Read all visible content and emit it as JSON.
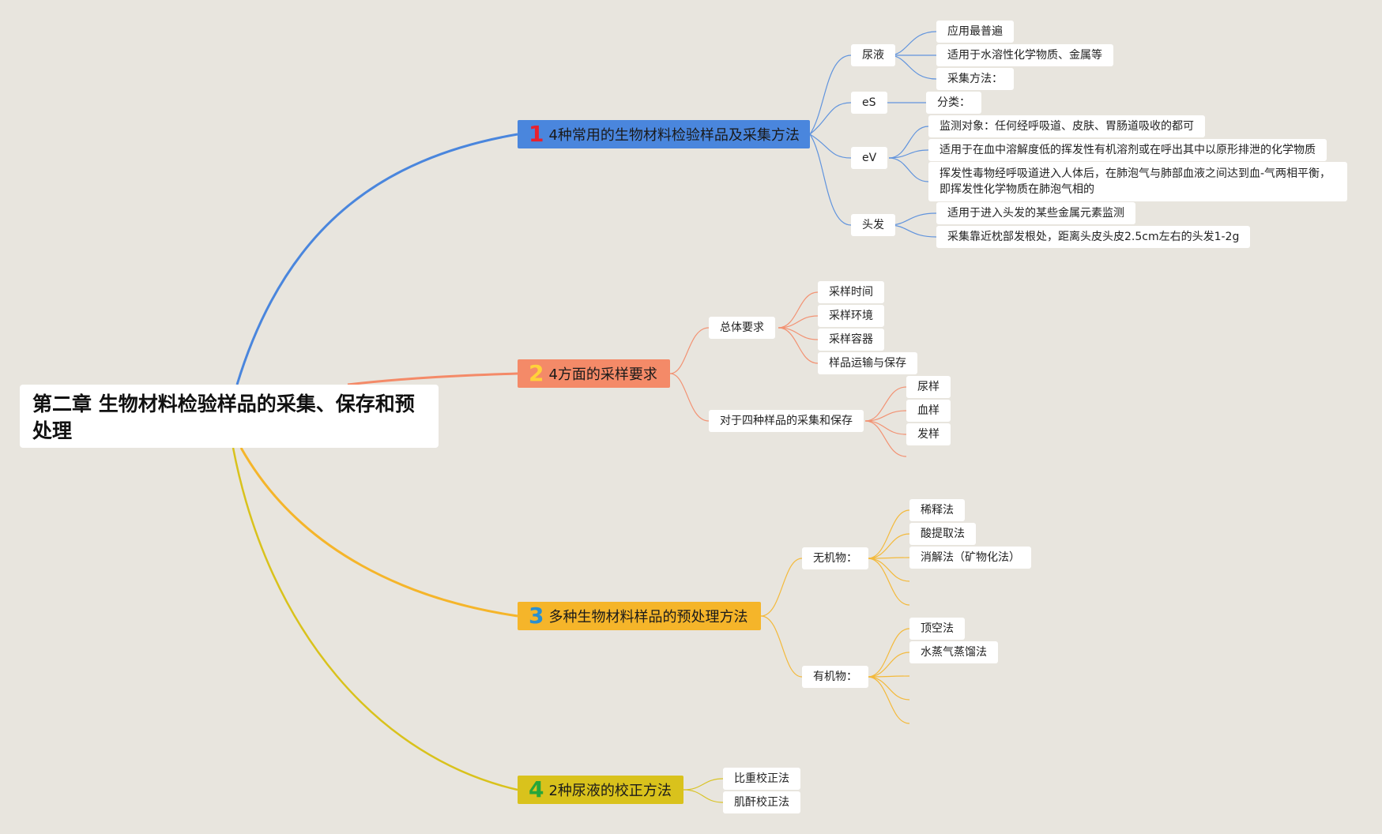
{
  "colors": {
    "background": "#e8e5de",
    "branch1": "#4a86dd",
    "branch2": "#f48a68",
    "branch3": "#f5b52a",
    "branch4": "#d9c21c",
    "num1": "#e8212e",
    "num2": "#ffd23a",
    "num3": "#2a8fd0",
    "num4": "#26a63a"
  },
  "root": {
    "title": "第二章 生物材料检验样品的采集、保存和预处理"
  },
  "branches": [
    {
      "num": "1",
      "label": "4种常用的生物材料检验样品及采集方法",
      "children": [
        {
          "label": "尿液",
          "children": [
            "应用最普遍",
            "适用于水溶性化学物质、金属等",
            "采集方法："
          ]
        },
        {
          "label": "eS",
          "children": [
            "分类："
          ]
        },
        {
          "label": "eV",
          "children": [
            "监测对象：任何经呼吸道、皮肤、胃肠道吸收的都可",
            "适用于在血中溶解度低的挥发性有机溶剂或在呼出其中以原形排泄的化学物质",
            "挥发性毒物经呼吸道进入人体后，在肺泡气与肺部血液之间达到血-气两相平衡，即挥发性化学物质在肺泡气相的"
          ]
        },
        {
          "label": "头发",
          "children": [
            "适用于进入头发的某些金属元素监测",
            "采集靠近枕部发根处，距离头皮头皮2.5cm左右的头发1-2g"
          ]
        }
      ]
    },
    {
      "num": "2",
      "label": "4方面的采样要求",
      "children": [
        {
          "label": "总体要求",
          "children": [
            "采样时间",
            "采样环境",
            "采样容器",
            "样品运输与保存"
          ]
        },
        {
          "label": "对于四种样品的采集和保存",
          "children": [
            "尿样",
            "血样",
            "发样"
          ]
        }
      ]
    },
    {
      "num": "3",
      "label": "多种生物材料样品的预处理方法",
      "children": [
        {
          "label": "无机物：",
          "children": [
            "稀释法",
            "酸提取法",
            "消解法（矿物化法）"
          ]
        },
        {
          "label": "有机物：",
          "children": [
            "顶空法",
            "水蒸气蒸馏法"
          ]
        }
      ]
    },
    {
      "num": "4",
      "label": "2种尿液的校正方法",
      "children": [
        {
          "label": "比重校正法",
          "children": []
        },
        {
          "label": "肌酐校正法",
          "children": []
        }
      ]
    }
  ]
}
